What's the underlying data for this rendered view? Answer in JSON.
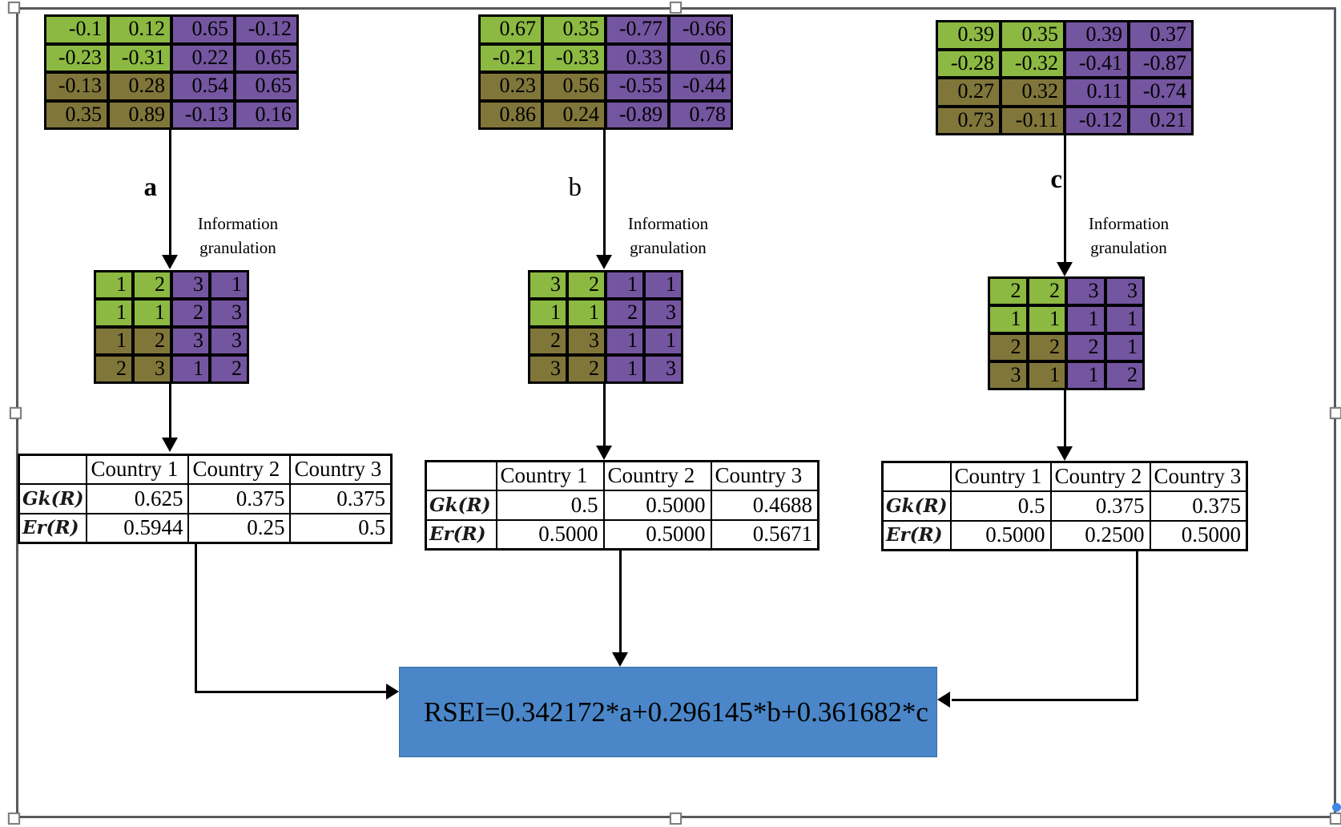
{
  "granulation_label": "Information granulation",
  "colors": {
    "green": "#8cb942",
    "olive": "#80763a",
    "purple": "#7455a0",
    "formula_blue": "#4a86c8",
    "frame_gray": "#58595b"
  },
  "columns": [
    {
      "id": "a",
      "label": "a",
      "raw_matrix": {
        "rows": [
          [
            "-0.1",
            "0.12",
            "0.65",
            "-0.12"
          ],
          [
            "-0.23",
            "-0.31",
            "0.22",
            "0.65"
          ],
          [
            "-0.13",
            "0.28",
            "0.54",
            "0.65"
          ],
          [
            "0.35",
            "0.89",
            "-0.13",
            "0.16"
          ]
        ]
      },
      "granule_matrix": {
        "rows": [
          [
            "1",
            "2",
            "3",
            "1"
          ],
          [
            "1",
            "1",
            "2",
            "3"
          ],
          [
            "1",
            "2",
            "3",
            "3"
          ],
          [
            "2",
            "3",
            "1",
            "2"
          ]
        ]
      },
      "result_table": {
        "corner": "",
        "headers": [
          "Country 1",
          "Country 2",
          "Country 3"
        ],
        "rows": [
          {
            "label": "Gk(R)",
            "values": [
              "0.625",
              "0.375",
              "0.375"
            ]
          },
          {
            "label": "Er(R)",
            "values": [
              "0.5944",
              "0.25",
              "0.5"
            ]
          }
        ]
      }
    },
    {
      "id": "b",
      "label": "b",
      "raw_matrix": {
        "rows": [
          [
            "0.67",
            "0.35",
            "-0.77",
            "-0.66"
          ],
          [
            "-0.21",
            "-0.33",
            "0.33",
            "0.6"
          ],
          [
            "0.23",
            "0.56",
            "-0.55",
            "-0.44"
          ],
          [
            "0.86",
            "0.24",
            "-0.89",
            "0.78"
          ]
        ]
      },
      "granule_matrix": {
        "rows": [
          [
            "3",
            "2",
            "1",
            "1"
          ],
          [
            "1",
            "1",
            "2",
            "3"
          ],
          [
            "2",
            "3",
            "1",
            "1"
          ],
          [
            "3",
            "2",
            "1",
            "3"
          ]
        ]
      },
      "result_table": {
        "corner": "",
        "headers": [
          "Country 1",
          "Country 2",
          "Country 3"
        ],
        "rows": [
          {
            "label": "Gk(R)",
            "values": [
              "0.5",
              "0.5000",
              "0.4688"
            ]
          },
          {
            "label": "Er(R)",
            "values": [
              "0.5000",
              "0.5000",
              "0.5671"
            ]
          }
        ]
      }
    },
    {
      "id": "c",
      "label": "c",
      "raw_matrix": {
        "rows": [
          [
            "0.39",
            "0.35",
            "0.39",
            "0.37"
          ],
          [
            "-0.28",
            "-0.32",
            "-0.41",
            "-0.87"
          ],
          [
            "0.27",
            "0.32",
            "0.11",
            "-0.74"
          ],
          [
            "0.73",
            "-0.11",
            "-0.12",
            "0.21"
          ]
        ]
      },
      "granule_matrix": {
        "rows": [
          [
            "2",
            "2",
            "3",
            "3"
          ],
          [
            "1",
            "1",
            "1",
            "1"
          ],
          [
            "2",
            "2",
            "2",
            "1"
          ],
          [
            "3",
            "1",
            "1",
            "2"
          ]
        ]
      },
      "result_table": {
        "corner": "",
        "headers": [
          "Country 1",
          "Country 2",
          "Country 3"
        ],
        "rows": [
          {
            "label": "Gk(R)",
            "values": [
              "0.5",
              "0.375",
              "0.375"
            ]
          },
          {
            "label": "Er(R)",
            "values": [
              "0.5000",
              "0.2500",
              "0.5000"
            ]
          }
        ]
      }
    }
  ],
  "formula_box": {
    "text": "RSEI=0.342172*a+0.296145*b+0.361682*c",
    "background": "#4a86c8"
  }
}
